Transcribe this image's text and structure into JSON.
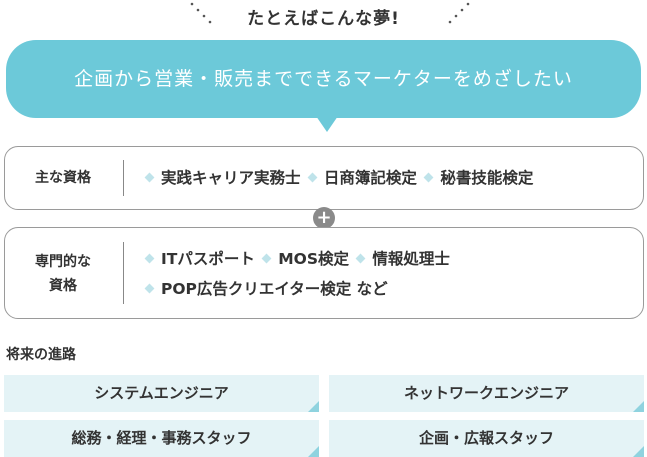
{
  "dream": {
    "heading": "たとえばこんな夢!",
    "bubble_text": "企画から営業・販売までできるマーケターをめざしたい"
  },
  "qualifications": {
    "main": {
      "label": "主な資格",
      "items": [
        "実践キャリア実務士",
        "日商簿記検定",
        "秘書技能検定"
      ]
    },
    "plus_symbol": "+",
    "specialized": {
      "label_line1": "専門的な",
      "label_line2": "資格",
      "row1": [
        "ITパスポート",
        "MOS検定",
        "情報処理士"
      ],
      "row2": [
        "POP広告クリエイター検定 など"
      ]
    }
  },
  "future": {
    "title": "将来の進路",
    "careers": [
      "システムエンジニア",
      "ネットワークエンジニア",
      "総務・経理・事務スタッフ",
      "企画・広報スタッフ"
    ]
  },
  "colors": {
    "bubble": "#6cc9d9",
    "career_bg": "#e4f3f6",
    "career_corner": "#8fd3df",
    "bullet": "#bfe3ea",
    "plus_bg": "#8a8a8a"
  }
}
